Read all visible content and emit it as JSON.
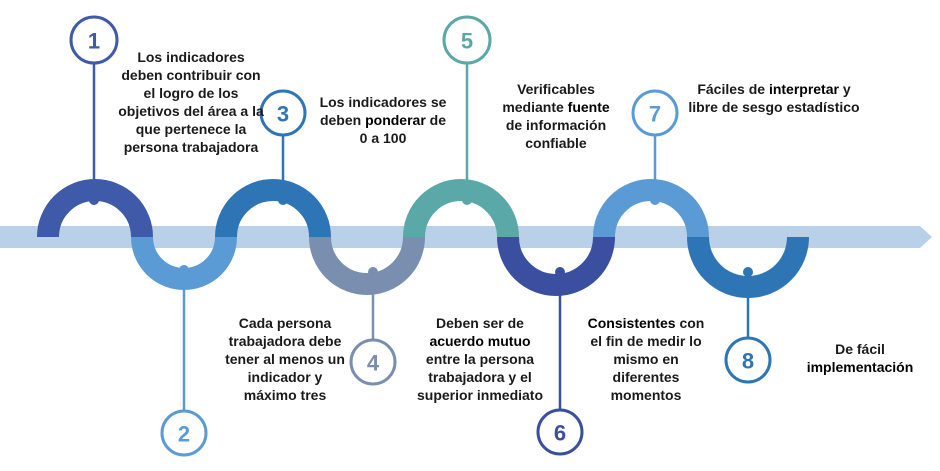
{
  "colors": {
    "arrow": "#b8d0e8",
    "step1": "#3e5aa8",
    "step2": "#5b9bd5",
    "step3": "#2e75b6",
    "step4": "#7a8fb0",
    "step5": "#5aa8a8",
    "step6": "#3b4fa0",
    "step7": "#5b9bd5",
    "step8": "#2e75b6"
  },
  "steps": [
    {
      "number": "1",
      "text": "Los indicadores deben contribuir con el logro de los objetivos del área a la que pertenece la persona trabajadora"
    },
    {
      "number": "2",
      "text": "Cada persona trabajadora debe tener al menos un indicador y máximo tres"
    },
    {
      "number": "3",
      "pre": "Los indicadores se deben ",
      "bold": "ponderar",
      "post": " de 0 a 100"
    },
    {
      "number": "4"
    },
    {
      "number": "5",
      "pre": "Verificables mediante ",
      "bold": "fuente",
      "post": " de información confiable"
    },
    {
      "number": "6",
      "pre": "Deben ser de ",
      "bold": "acuerdo mutuo",
      "post": " entre la persona trabajadora y el superior inmediato"
    },
    {
      "number": "7",
      "pre": "Fáciles de ",
      "bold": "interpretar",
      "post": " y libre de sesgo estadístico"
    },
    {
      "number": "8",
      "pre": "De fácil ",
      "bold": "implementación",
      "post": ""
    }
  ],
  "step_consistentes": {
    "bold": "Consistentes",
    "post": " con el fin de medir lo mismo en diferentes momentos"
  }
}
